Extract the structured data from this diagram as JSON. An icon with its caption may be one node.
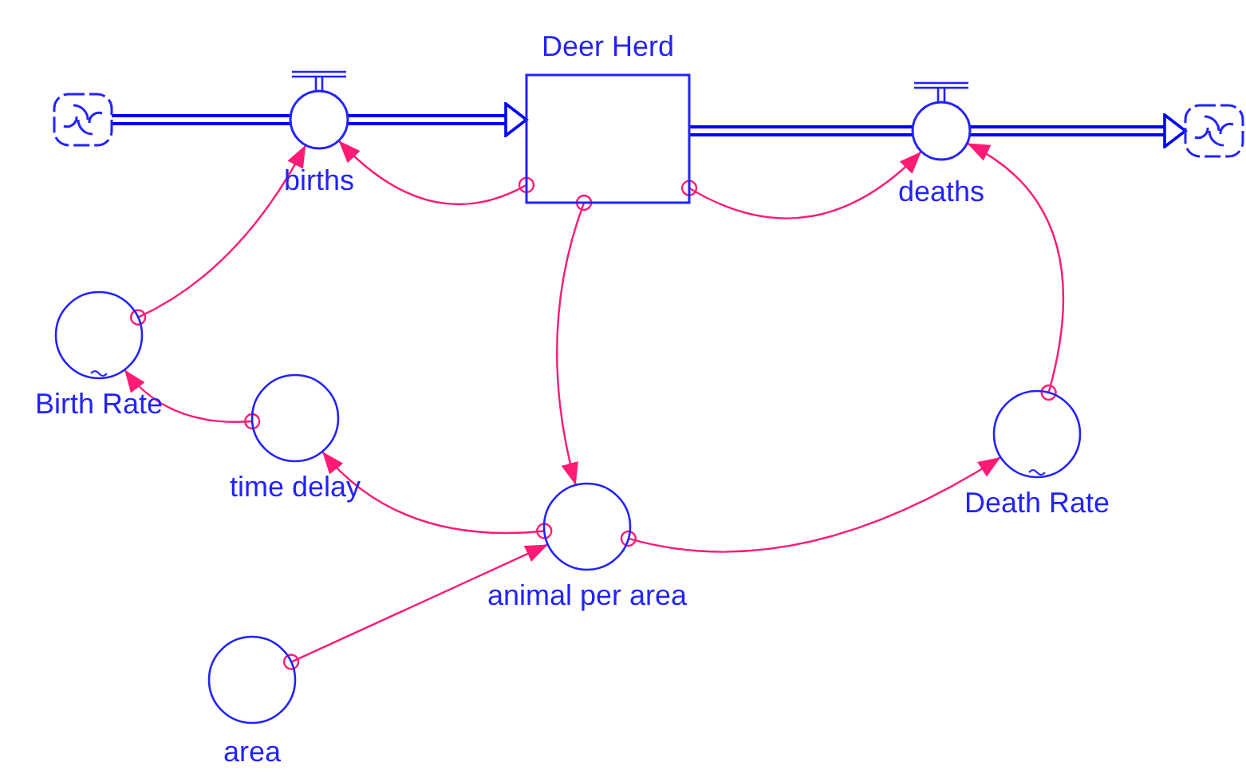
{
  "diagram": {
    "nodes": [
      {
        "text": [],
        "shape": "cloud"
      },
      {
        "text": [
          "births"
        ]
      },
      {
        "text": [
          "Deer Herd"
        ]
      },
      {
        "text": [
          "deaths"
        ]
      },
      {
        "text": [],
        "shape": "cloud"
      },
      {
        "text": [
          "Birth Rate"
        ]
      },
      {
        "text": [
          "time delay"
        ]
      },
      {
        "text": [
          "animal per area"
        ]
      },
      {
        "text": [
          "Death Rate"
        ]
      },
      {
        "text": [
          "area"
        ]
      }
    ],
    "edges": [
      {
        "from": 0,
        "to": 1,
        "arrow": "none",
        "style": "thick",
        "color": "#0000ff"
      },
      {
        "from": 1,
        "to": 2,
        "arrow": "to",
        "style": "thick",
        "color": "#0000ff"
      },
      {
        "from": 2,
        "to": 3,
        "arrow": "none",
        "style": "thick",
        "color": "#0000ff"
      },
      {
        "from": 3,
        "to": 4,
        "arrow": "to",
        "style": "thick",
        "color": "#0000ff"
      },
      {
        "from": 2,
        "to": 1,
        "arrow": "to"
      },
      {
        "from": 5,
        "to": 1,
        "arrow": "to"
      },
      {
        "from": 2,
        "to": 3,
        "arrow": "to"
      },
      {
        "from": 2,
        "to": 7,
        "arrow": "to"
      },
      {
        "from": 8,
        "to": 3,
        "arrow": "to"
      },
      {
        "from": 6,
        "to": 5,
        "arrow": "to"
      },
      {
        "from": 7,
        "to": 6,
        "arrow": "to"
      },
      {
        "from": 7,
        "to": 8,
        "arrow": "to"
      },
      {
        "from": 9,
        "to": 7,
        "arrow": "to"
      }
    ]
  }
}
